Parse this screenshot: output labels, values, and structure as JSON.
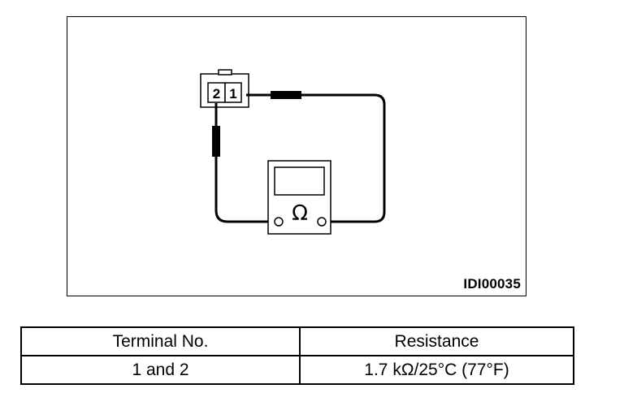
{
  "figure": {
    "id_label": "IDI00035",
    "connector": {
      "terminals": [
        "2",
        "1"
      ]
    },
    "meter": {
      "symbol": "Ω",
      "icon": "ohmmeter-icon"
    }
  },
  "table": {
    "headers": {
      "terminal": "Terminal No.",
      "resistance": "Resistance"
    },
    "rows": [
      {
        "terminal": "1 and 2",
        "resistance": "1.7 kΩ/25°C (77°F)"
      }
    ]
  }
}
